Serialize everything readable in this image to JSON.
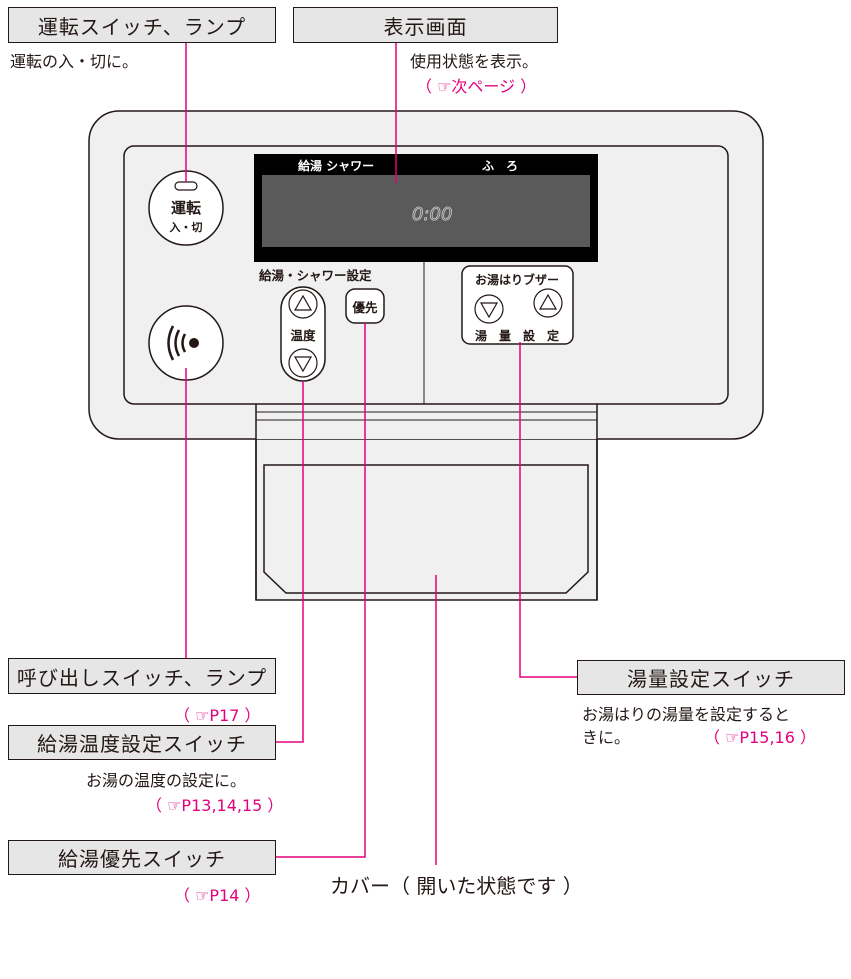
{
  "labels": {
    "power_switch": "運転スイッチ、ランプ",
    "display": "表示画面",
    "call_switch": "呼び出しスイッチ、ランプ",
    "temp_switch": "給湯温度設定スイッチ",
    "priority_switch": "給湯優先スイッチ",
    "volume_switch": "湯量設定スイッチ"
  },
  "descriptions": {
    "power": "運転の入・切に。",
    "display": "使用状態を表示。",
    "temp": "お湯の温度の設定に。",
    "volume_line1": "お湯はりの湯量を設定すると",
    "volume_line2": "きに。",
    "cover": "カバー（ 開いた状態です ）"
  },
  "refs": {
    "display": "（ ☞次ページ ）",
    "call": "（ ☞P17 ）",
    "temp": "（ ☞P13,14,15 ）",
    "priority": "（ ☞P14 ）",
    "volume": "（ ☞P15,16 ）"
  },
  "panel": {
    "screen_left": "給湯 シャワー",
    "screen_right": "ふ　ろ",
    "clock": "0:00",
    "power_button_top": "運転",
    "power_button_bottom": "入・切",
    "shower_group": "給湯・シャワー設定",
    "temp_label": "温度",
    "priority_button": "優先",
    "buzzer_group": "お湯はりブザー",
    "volume_group": "湯　量　設　定"
  },
  "colors": {
    "accent": "#e4007f",
    "ink": "#231815",
    "label_bg": "#e6e6e6",
    "cover_bg": "#f0f0f0"
  },
  "icons": {
    "call": "call-waves-icon",
    "up": "triangle-up-icon",
    "down": "triangle-down-icon"
  }
}
